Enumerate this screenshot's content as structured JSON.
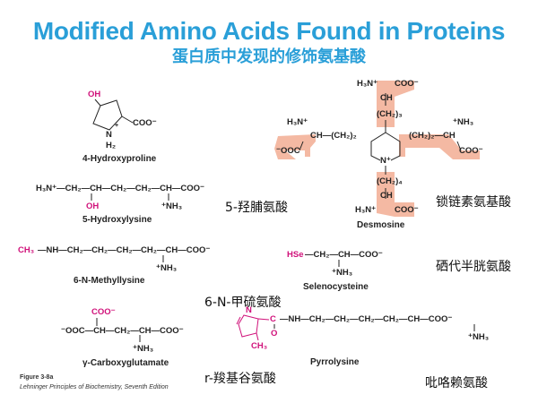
{
  "title": "Modified Amino Acids Found in Proteins",
  "subtitle": "蛋白质中发现的修饰氨基酸",
  "colors": {
    "title": "#2a9fd8",
    "modification": "#d0117a",
    "highlight": "#f4b9a3"
  },
  "hydroxyproline": {
    "oh": "OH",
    "coo": "COO⁻",
    "n": "N",
    "nplus": "+",
    "h2": "H₂",
    "label": "4-Hydroxyproline"
  },
  "hydroxylysine": {
    "chain": "H₃N⁺—CH₂—CH—CH₂—CH₂—CH—COO⁻",
    "oh": "OH",
    "nh3": "⁺NH₃",
    "label": "5-Hydroxylysine",
    "cn": "5-羟脯氨酸"
  },
  "desmosine": {
    "top_nh3": "H₃N⁺",
    "top_coo": "COO⁻",
    "top_ch": "CH",
    "top_ch2": "(CH₂)₃",
    "left_nh3": "H₃N⁺",
    "left_chain": "CH—(CH₂)₂",
    "left_coo": "⁻OOC",
    "right_nh3": "⁺NH₃",
    "right_chain": "(CH₂)₂—CH",
    "right_coo": "COO⁻",
    "n": "N⁺",
    "bottom_ch2": "(CH₂)₄",
    "bottom_ch": "CH",
    "bottom_nh3": "H₃N⁺",
    "bottom_coo": "COO⁻",
    "label": "Desmosine",
    "cn": "锁链素氨基酸"
  },
  "methyllysine": {
    "ch3": "CH₃",
    "chain": "—NH—CH₂—CH₂—CH₂—CH₂—CH—COO⁻",
    "nh3": "⁺NH₃",
    "label": "6-N-Methyllysine",
    "cn": "6-N-甲硫氨酸"
  },
  "selenocysteine": {
    "hse": "HSe",
    "chain": "—CH₂—CH—COO⁻",
    "nh3": "⁺NH₃",
    "label": "Selenocysteine",
    "cn": "硒代半胱氨酸"
  },
  "carboxyglutamate": {
    "coo_top": "COO⁻",
    "chain": "⁻OOC—CH—CH₂—CH—COO⁻",
    "nh3": "⁺NH₃",
    "label": "γ-Carboxyglutamate",
    "cn": "r-羧基谷氨酸"
  },
  "pyrrolysine": {
    "n": "N",
    "c": "C",
    "o": "O",
    "ch3": "CH₃",
    "chain": "—NH—CH₂—CH₂—CH₂—CH₂—CH—COO⁻",
    "nh3": "⁺NH₃",
    "label": "Pyrrolysine",
    "cn": "吡咯赖氨酸"
  },
  "figure": {
    "number": "Figure 3-8a",
    "source": "Lehninger Principles of Biochemistry, Seventh Edition"
  }
}
